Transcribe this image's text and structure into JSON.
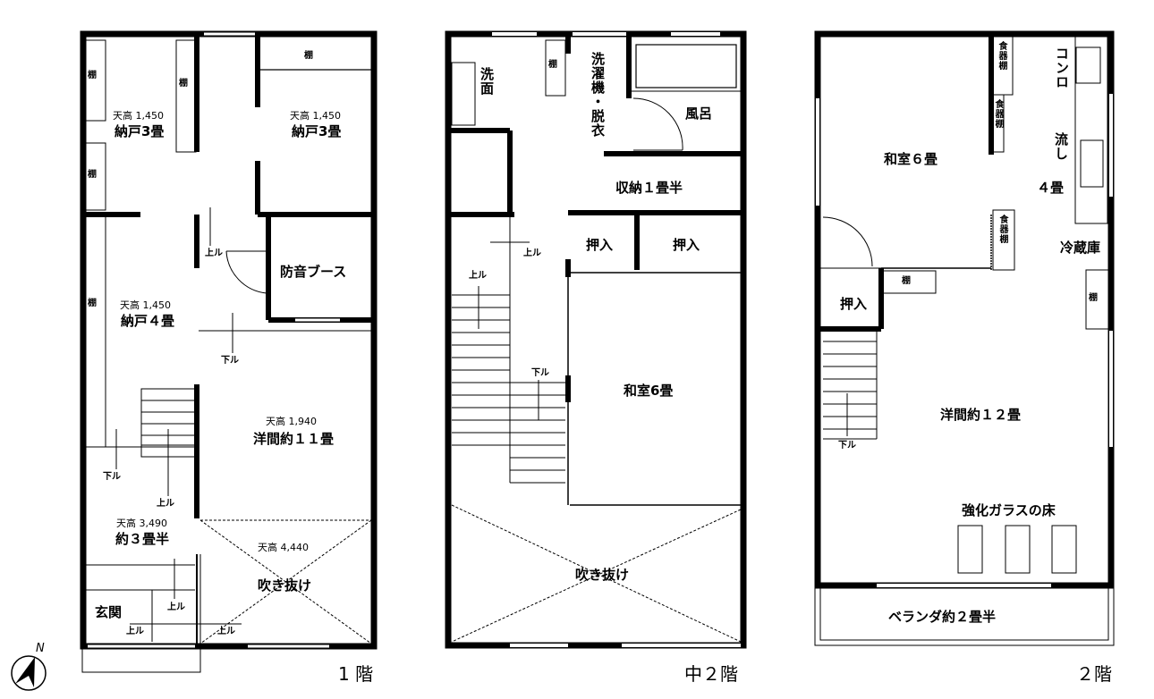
{
  "floors": {
    "f1": {
      "title": "1 階",
      "rooms": {
        "nando_a": {
          "ceiling": "天高 1,450",
          "name": "納戸3畳"
        },
        "nando_b": {
          "ceiling": "天高 1,450",
          "name": "納戸3畳"
        },
        "nando_c": {
          "ceiling": "天高 1,450",
          "name": "納戸４畳"
        },
        "booth": {
          "name": "防音ブース"
        },
        "western": {
          "ceiling": "天高 1,940",
          "name": "洋間約１１畳"
        },
        "small": {
          "ceiling": "天高 3,490",
          "name": "約３畳半"
        },
        "atrium": {
          "ceiling": "天高 4,440",
          "name": "吹き抜け"
        },
        "entrance": {
          "name": "玄関"
        }
      },
      "shelves": [
        "棚",
        "棚",
        "棚",
        "棚",
        "棚"
      ],
      "stairs": {
        "up": "上ル",
        "down": "下ル"
      }
    },
    "f15": {
      "title": "中２階",
      "rooms": {
        "washroom": {
          "name": "洗面"
        },
        "laundry": {
          "name": "洗濯機・脱衣"
        },
        "bath": {
          "name": "風呂"
        },
        "storage": {
          "name": "収納１畳半"
        },
        "closet_a": {
          "name": "押入"
        },
        "closet_b": {
          "name": "押入"
        },
        "washitsu": {
          "name": "和室6畳"
        },
        "atrium": {
          "name": "吹き抜け"
        }
      },
      "shelves": [
        "棚"
      ],
      "stairs": {
        "up": "上ル",
        "down": "下ル"
      }
    },
    "f2": {
      "title": "２階",
      "rooms": {
        "washitsu": {
          "name": "和室６畳"
        },
        "kitchen": {
          "name": "４畳"
        },
        "closet": {
          "name": "押入"
        },
        "western": {
          "name": "洋間約１２畳"
        },
        "veranda": {
          "name": "ベランダ約２畳半"
        },
        "glass_floor": {
          "name": "強化ガラスの床"
        }
      },
      "fixtures": {
        "stove": "コンロ",
        "sink": "流し",
        "fridge": "冷蔵庫",
        "cupboard": "食器棚",
        "shelf": "棚"
      },
      "stairs": {
        "down": "下ル"
      }
    }
  },
  "compass": {
    "label": "N"
  }
}
